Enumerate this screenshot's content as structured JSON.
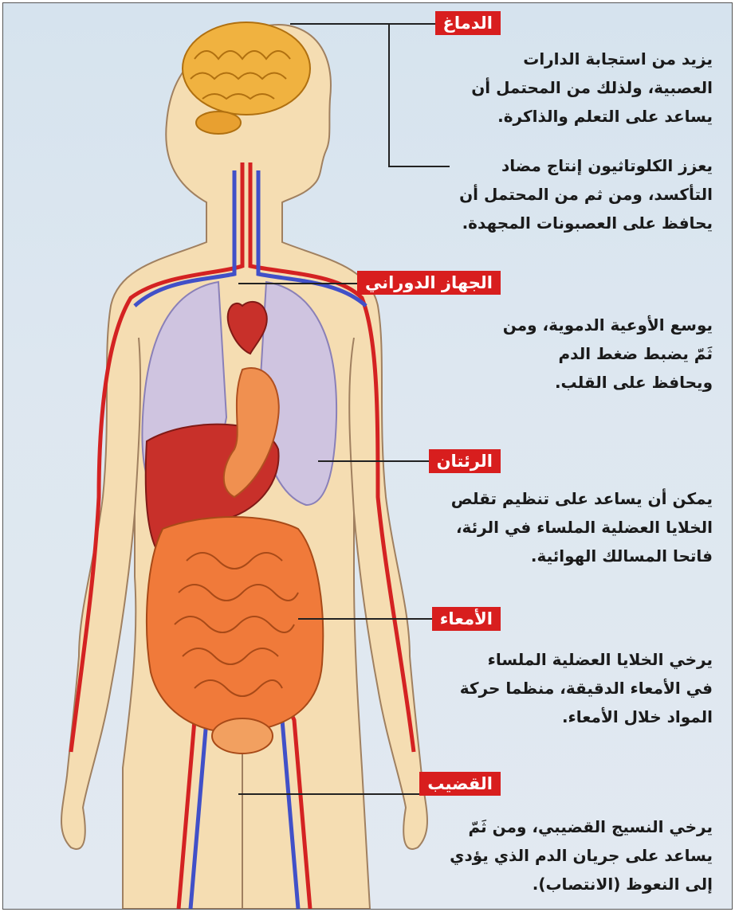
{
  "sections": [
    {
      "key": "brain",
      "label": "الدماغ",
      "paragraphs": [
        [
          "يزيد من استجابة الدارات",
          "العصبية، ولذلك من المحتمل أن",
          "يساعد على التعلم والذاكرة."
        ],
        [
          "يعزز الكلوتاثيون إنتاج مضاد",
          "التأكسد، ومن ثم من المحتمل أن",
          "يحافظ على العصبونات المجهدة."
        ]
      ]
    },
    {
      "key": "circulatory",
      "label": "الجهاز الدوراني",
      "paragraphs": [
        [
          "يوسع الأوعية الدموية، ومن",
          "ثَمّ يضبط ضغط الدم",
          "ويحافظ على القلب."
        ]
      ]
    },
    {
      "key": "lungs",
      "label": "الرئتان",
      "paragraphs": [
        [
          "يمكن أن يساعد على تنظيم تقلص",
          "الخلايا العضلية الملساء في الرئة،",
          "فاتحا المسالك الهوائية."
        ]
      ]
    },
    {
      "key": "intestines",
      "label": "الأمعاء",
      "paragraphs": [
        [
          "يرخي الخلايا العضلية الملساء",
          "في الأمعاء الدقيقة، منظما حركة",
          "المواد خلال الأمعاء."
        ]
      ]
    },
    {
      "key": "penis",
      "label": "القضيب",
      "paragraphs": [
        [
          "يرخي النسيج القضيبي، ومن ثَمّ",
          "يساعد على جريان الدم الذي يؤدي",
          "إلى النعوظ (الانتصاب)."
        ]
      ]
    }
  ],
  "colors": {
    "label_bg": "#d81e1e",
    "background": "#dbe6ef",
    "skin": "#f5ddb2",
    "artery": "#d42222",
    "vein": "#4150c8",
    "lung": "#c8bfe8",
    "brain": "#f0b240",
    "intestine": "#f07a3a",
    "liver": "#c8302a"
  }
}
